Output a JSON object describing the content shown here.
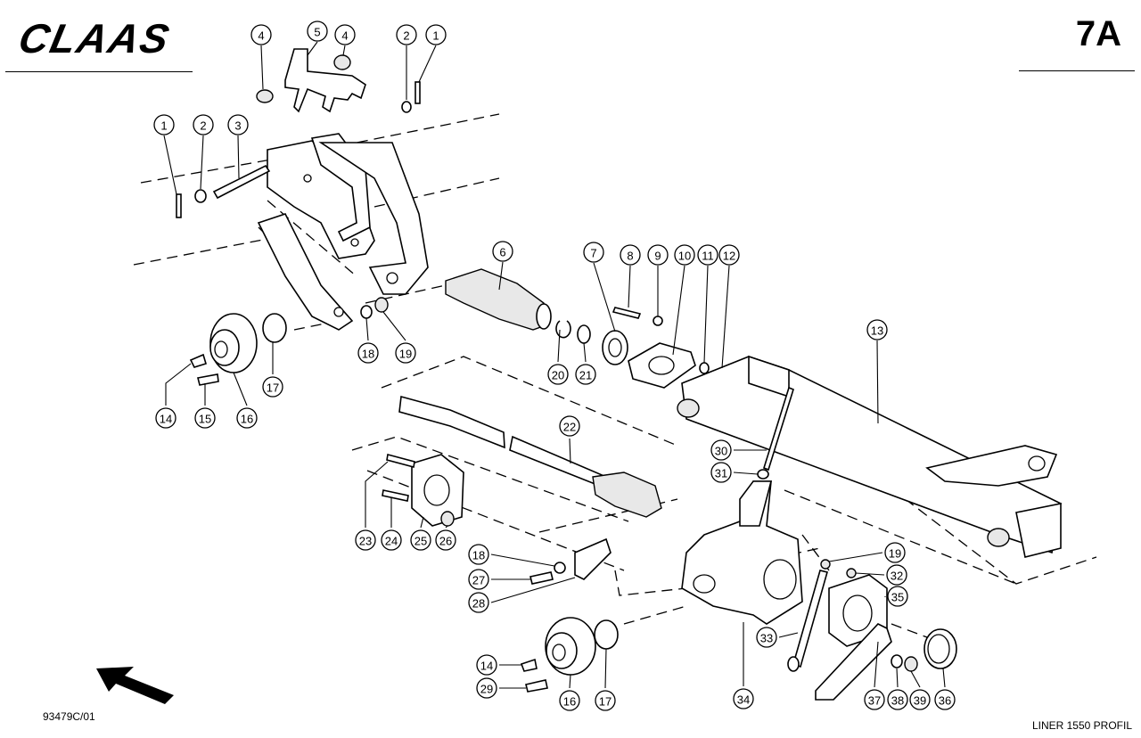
{
  "header": {
    "brand": "CLAAS",
    "page_code": "7A"
  },
  "footer": {
    "drawing_ref": "93479C/01",
    "model": "LINER 1550 PROFIL"
  },
  "callouts": [
    {
      "id": "c4a",
      "label": "4"
    },
    {
      "id": "c5",
      "label": "5"
    },
    {
      "id": "c4b",
      "label": "4"
    },
    {
      "id": "c2a",
      "label": "2"
    },
    {
      "id": "c1a",
      "label": "1"
    },
    {
      "id": "c1b",
      "label": "1"
    },
    {
      "id": "c2b",
      "label": "2"
    },
    {
      "id": "c3",
      "label": "3"
    },
    {
      "id": "c6",
      "label": "6"
    },
    {
      "id": "c7",
      "label": "7"
    },
    {
      "id": "c8",
      "label": "8"
    },
    {
      "id": "c9",
      "label": "9"
    },
    {
      "id": "c10",
      "label": "10"
    },
    {
      "id": "c11",
      "label": "11"
    },
    {
      "id": "c12",
      "label": "12"
    },
    {
      "id": "c13",
      "label": "13"
    },
    {
      "id": "c18a",
      "label": "18"
    },
    {
      "id": "c19a",
      "label": "19"
    },
    {
      "id": "c20",
      "label": "20"
    },
    {
      "id": "c21",
      "label": "21"
    },
    {
      "id": "c17a",
      "label": "17"
    },
    {
      "id": "c14a",
      "label": "14"
    },
    {
      "id": "c15",
      "label": "15"
    },
    {
      "id": "c16a",
      "label": "16"
    },
    {
      "id": "c22",
      "label": "22"
    },
    {
      "id": "c30",
      "label": "30"
    },
    {
      "id": "c31",
      "label": "31"
    },
    {
      "id": "c23",
      "label": "23"
    },
    {
      "id": "c24",
      "label": "24"
    },
    {
      "id": "c25",
      "label": "25"
    },
    {
      "id": "c26",
      "label": "26"
    },
    {
      "id": "c18b",
      "label": "18"
    },
    {
      "id": "c27",
      "label": "27"
    },
    {
      "id": "c28",
      "label": "28"
    },
    {
      "id": "c19b",
      "label": "19"
    },
    {
      "id": "c32",
      "label": "32"
    },
    {
      "id": "c35",
      "label": "35"
    },
    {
      "id": "c33",
      "label": "33"
    },
    {
      "id": "c14b",
      "label": "14"
    },
    {
      "id": "c29",
      "label": "29"
    },
    {
      "id": "c16b",
      "label": "16"
    },
    {
      "id": "c17b",
      "label": "17"
    },
    {
      "id": "c34",
      "label": "34"
    },
    {
      "id": "c37",
      "label": "37"
    },
    {
      "id": "c38",
      "label": "38"
    },
    {
      "id": "c39",
      "label": "39"
    },
    {
      "id": "c36",
      "label": "36"
    }
  ]
}
